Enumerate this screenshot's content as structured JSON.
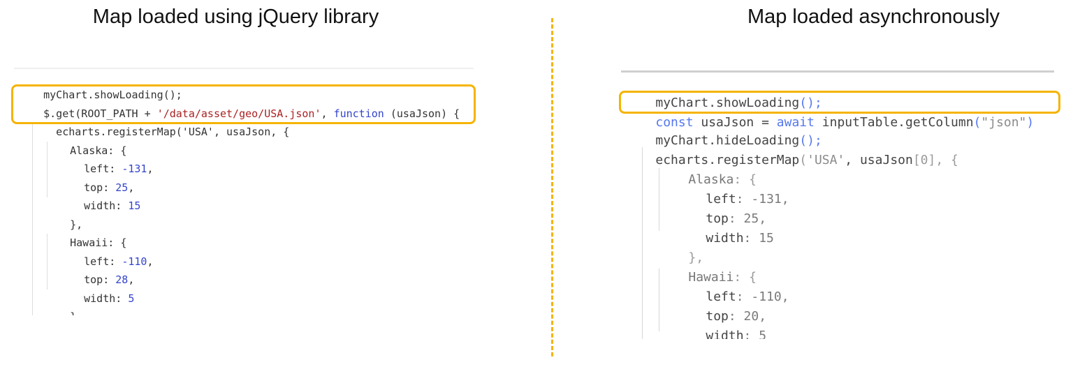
{
  "titles": {
    "left": "Map loaded using jQuery library",
    "right": "Map loaded asynchronously"
  },
  "colors": {
    "highlight": "#f5b400",
    "divider": "#f5b400",
    "keyword_left": "#3344cc",
    "keyword_right": "#5577ee"
  },
  "left_code": {
    "l1": "myChart.showLoading();",
    "l2": {
      "a": "$.get(ROOT_PATH + ",
      "b": "'/data/asset/geo/USA.json'",
      "c": ", ",
      "d": "function",
      "e": " (usaJson) {"
    },
    "l3": "  echarts.registerMap('USA', usaJson, {",
    "l4": "Alaska: {",
    "l5": {
      "k": "left: ",
      "v": "-131",
      "e": ","
    },
    "l6": {
      "k": "top: ",
      "v": "25",
      "e": ","
    },
    "l7": {
      "k": "width: ",
      "v": "15"
    },
    "l8": "},",
    "l9": "Hawaii: {",
    "l10": {
      "k": "left: ",
      "v": "-110",
      "e": ","
    },
    "l11": {
      "k": "top: ",
      "v": "28",
      "e": ","
    },
    "l12": {
      "k": "width: ",
      "v": "5"
    },
    "l13": "},"
  },
  "right_code": {
    "l1": {
      "a": "myChart.showLoading",
      "b": "();"
    },
    "l2": {
      "a": "const",
      "b": " usaJson = ",
      "c": "await",
      "d": " inputTable.getColumn",
      "e": "(",
      "f": "\"json\"",
      "g": ")"
    },
    "l3": {
      "a": "myChart.hideLoading",
      "b": "();"
    },
    "l4": {
      "a": "echarts.registerMap",
      "b": "(",
      "c": "'USA'",
      "d": ", usaJson",
      "e": "[0]",
      "f": ", {"
    },
    "l5": {
      "a": "Alaska",
      "b": ": {"
    },
    "l6": {
      "k": "left",
      "v": ": -131,"
    },
    "l7": {
      "k": "top",
      "v": ": 25,"
    },
    "l8": {
      "k": "width",
      "v": ": 15"
    },
    "l9": "},",
    "l10": {
      "a": "Hawaii",
      "b": ": {"
    },
    "l11": {
      "k": "left",
      "v": ": -110,"
    },
    "l12": {
      "k": "top",
      "v": ": 20,"
    },
    "l13": {
      "k": "width",
      "v": ": 5"
    },
    "l14": "},"
  }
}
